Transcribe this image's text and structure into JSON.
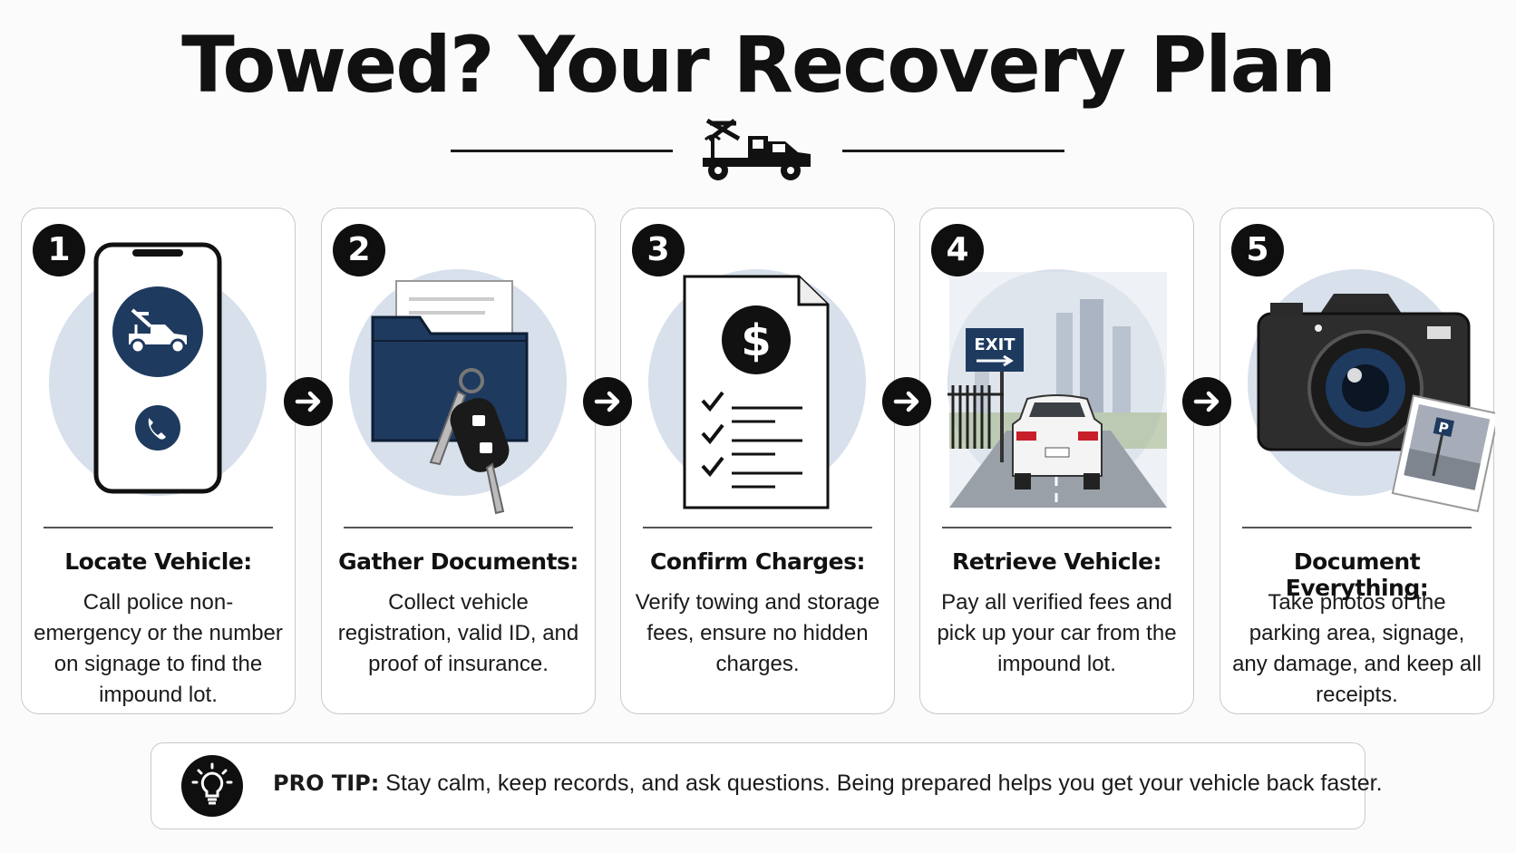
{
  "title": "Towed? Your Recovery Plan",
  "steps": [
    {
      "number": "1",
      "title": "Locate Vehicle:",
      "description": "Call police non-emergency or the number on signage to find the impound lot.",
      "icon": "phone-with-tow-truck-icon"
    },
    {
      "number": "2",
      "title": "Gather Documents:",
      "description": "Collect vehicle registration, valid ID, and proof of insurance.",
      "icon": "folder-with-keys-icon"
    },
    {
      "number": "3",
      "title": "Confirm Charges:",
      "description": "Verify towing and storage fees, ensure no hidden charges.",
      "icon": "invoice-checklist-icon"
    },
    {
      "number": "4",
      "title": "Retrieve Vehicle:",
      "description": "Pay all verified fees and pick up your car from the impound lot.",
      "icon": "car-leaving-lot-icon",
      "sign": "EXIT"
    },
    {
      "number": "5",
      "title": "Document Everything:",
      "description": "Take photos of the parking area, signage, any damage, and keep all receipts.",
      "icon": "camera-with-photo-icon",
      "photo_sign": "P"
    }
  ],
  "pro_tip": {
    "label": "PRO TIP:",
    "text": "Stay calm, keep records, and ask questions. Being prepared helps you get your vehicle back faster.",
    "icon": "lightbulb-icon"
  },
  "colors": {
    "accent_dark": "#0f0f0f",
    "navy": "#1f3a5f",
    "circle_bg": "#d8e0ec",
    "card_border": "#c9c9c9"
  }
}
